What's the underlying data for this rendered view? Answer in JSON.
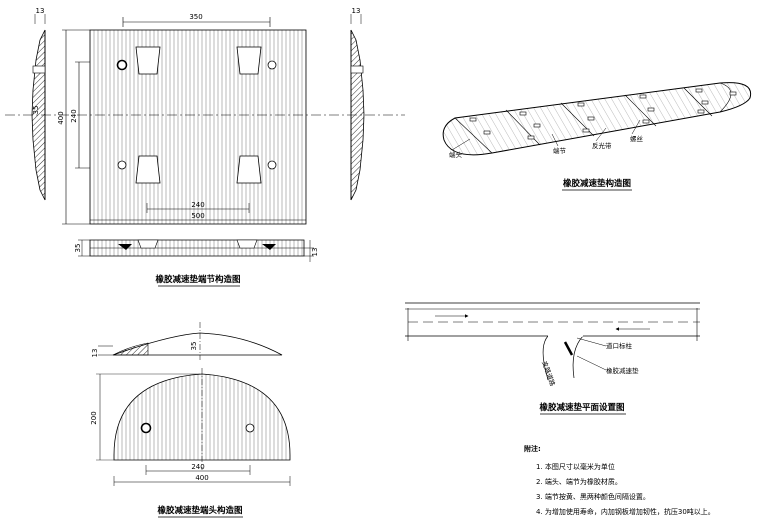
{
  "colors": {
    "ink": "#000000",
    "paper": "#ffffff",
    "hatch": "#555555"
  },
  "top_view": {
    "dim_top": "350",
    "dim_left_total": "400",
    "dim_left_inner": "240",
    "dim_left_side_height": "35",
    "dim_left_side_width": "13",
    "dim_right_side_width": "13",
    "dim_bottom_inner": "240",
    "dim_bottom_total": "500"
  },
  "side_view": {
    "dim_left": "35",
    "dim_right": "13"
  },
  "caption_middle_node": "橡胶减速垫端节构造图",
  "iso_view": {
    "caption": "橡胶减速垫构造图",
    "label_end": "端头",
    "label_middle": "端节",
    "label_reflector": "反光带",
    "label_bolt": "螺丝"
  },
  "end_view": {
    "caption": "橡胶减速垫端头构造图",
    "dim_profile_left": "13",
    "dim_profile_height": "35",
    "dim_height": "200",
    "dim_inner": "240",
    "dim_total": "400"
  },
  "plan_view": {
    "caption": "橡胶减速垫平面设置图",
    "label_sign": "道口标柱",
    "label_bump": "橡胶减速垫",
    "label_road": "支路道路"
  },
  "notes": {
    "title": "附注:",
    "items": [
      "1. 本图尺寸以毫米为单位",
      "2. 端头、端节为橡胶材质。",
      "3. 端节按黄、黑两种颜色间隔设置。",
      "4. 为增加使用寿命，内加钢板增加韧性，抗压30吨以上。"
    ]
  }
}
